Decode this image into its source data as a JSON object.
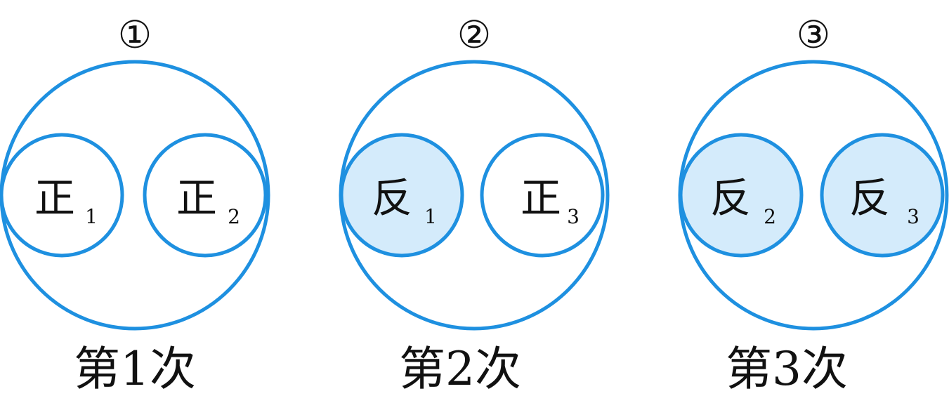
{
  "colors": {
    "stroke": "#1e90e0",
    "heads_fill": "#ffffff",
    "tails_fill": "#d4ebfb",
    "text": "#111111"
  },
  "panels": [
    {
      "number": "①",
      "caption": "第1次",
      "coins": [
        {
          "face": "heads",
          "label": "正",
          "sub": "1"
        },
        {
          "face": "heads",
          "label": "正",
          "sub": "2"
        }
      ]
    },
    {
      "number": "②",
      "caption": "第2次",
      "coins": [
        {
          "face": "tails",
          "label": "反",
          "sub": "1"
        },
        {
          "face": "heads",
          "label": "正",
          "sub": "3"
        }
      ]
    },
    {
      "number": "③",
      "caption": "第3次",
      "coins": [
        {
          "face": "tails",
          "label": "反",
          "sub": "2"
        },
        {
          "face": "tails",
          "label": "反",
          "sub": "3"
        }
      ]
    }
  ]
}
